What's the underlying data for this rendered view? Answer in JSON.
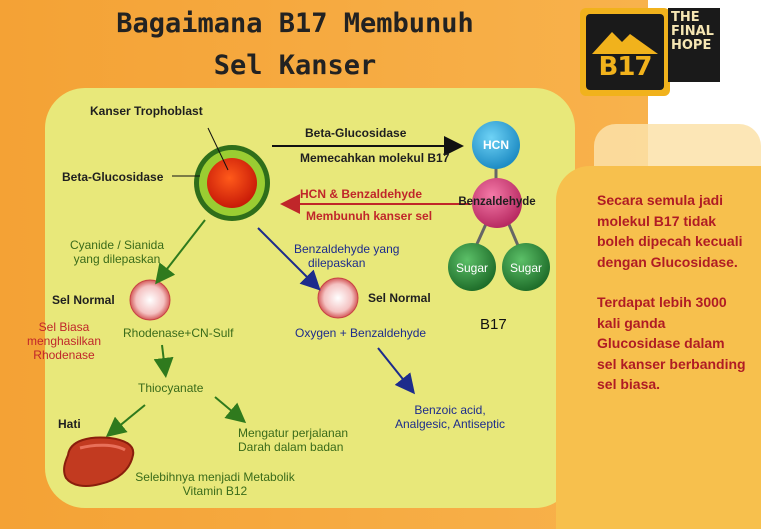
{
  "title_line1": "Bagaimana B17 Membunuh",
  "title_line2": "Sel Kanser",
  "logo": {
    "brand": "B17",
    "line1": "THE",
    "line2": "FINAL",
    "line3": "HOPE"
  },
  "labels": {
    "kanser_trophoblast": "Kanser Trophoblast",
    "beta_glucosidase_left": "Beta-Glucosidase",
    "beta_glucosidase_top": "Beta-Glucosidase",
    "memecahkan": "Memecahkan molekul B17",
    "hcn_benz": "HCN & Benzaldehyde",
    "membunuh": "Membunuh kanser sel",
    "cyanide_1": "Cyanide / Sianida",
    "cyanide_2": "yang dilepaskan",
    "benz_released_1": "Benzaldehyde yang",
    "benz_released_2": "dilepaskan",
    "sel_normal_left": "Sel Normal",
    "sel_normal_right": "Sel Normal",
    "sel_biasa_1": "Sel Biasa",
    "sel_biasa_2": "menghasilkan",
    "sel_biasa_3": "Rhodenase",
    "rhodenase": "Rhodenase+CN-Sulf",
    "oxygen_benz": "Oxygen + Benzaldehyde",
    "thiocyanate": "Thiocyanate",
    "hati": "Hati",
    "mengatur_1": "Mengatur perjalanan",
    "mengatur_2": "Darah dalam badan",
    "benzoic_1": "Benzoic acid,",
    "benzoic_2": "Analgesic, Antiseptic",
    "selebihnya_1": "Selebihnya menjadi Metabolik",
    "selebihnya_2": "Vitamin B12",
    "b17": "B17"
  },
  "molecule": {
    "hcn": "HCN",
    "benzaldehyde": "Benzaldehyde",
    "sugar1": "Sugar",
    "sugar2": "Sugar"
  },
  "side_text": {
    "para1": "Secara semula jadi molekul B17 tidak boleh dipecah kecuali dengan Glucosidase.",
    "para2": "Terdapat lebih 3000 kali ganda Glucosidase dalam sel kanser berbanding sel biasa."
  },
  "colors": {
    "orange_bg": "#f6a83d",
    "inner_panel": "#e8e87a",
    "hcn": "#2aa7dc",
    "benzaldehyde": "#d9457c",
    "sugar": "#2f8a3a",
    "arrow_green": "#2f7a1d",
    "arrow_blue": "#1d2c8c",
    "arrow_red": "#c0262a",
    "side_text": "#b01c24"
  }
}
